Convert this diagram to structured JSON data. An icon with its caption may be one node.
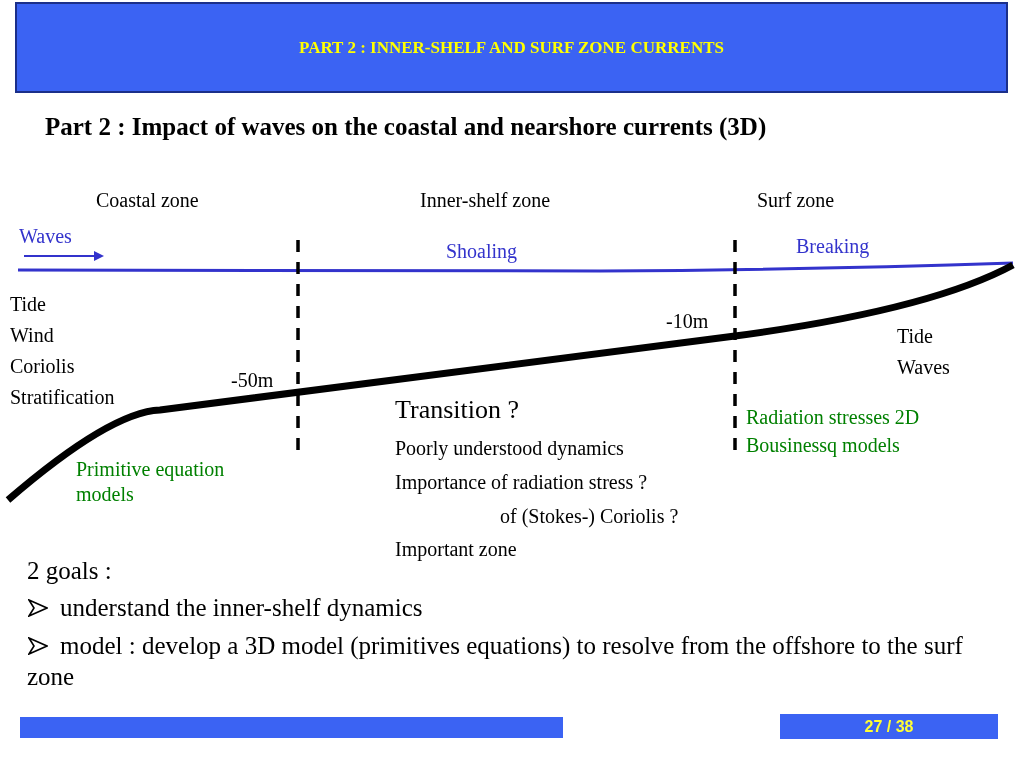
{
  "diagram": {
    "title": "Part 2 : Impact of waves on the coastal and nearshore currents (3D)",
    "nodes": [
      {
        "text": [
          "PART 2 : INNER-SHELF AND SURF ZONE CURRENTS"
        ]
      },
      {
        "text": [
          "27 / 38"
        ]
      }
    ],
    "labels": [
      "Coastal zone",
      "Inner-shelf zone",
      "Surf zone",
      "Waves",
      "Shoaling",
      "Breaking",
      "Tide",
      "Wind",
      "Coriolis",
      "Stratification",
      "-50m",
      "-10m",
      "Tide",
      "Waves",
      "Transition ?",
      "Poorly understood dynamics",
      "Importance of radiation stress ?",
      "of (Stokes-) Coriolis ?",
      "Important zone",
      "Primitive equation models",
      "Radiation stresses 2D",
      "Bousinessq models",
      "2 goals :",
      "understand the inner-shelf dynamics",
      "model : develop a 3D model (primitives equations) to resolve from the offshore to the surf zone"
    ]
  }
}
